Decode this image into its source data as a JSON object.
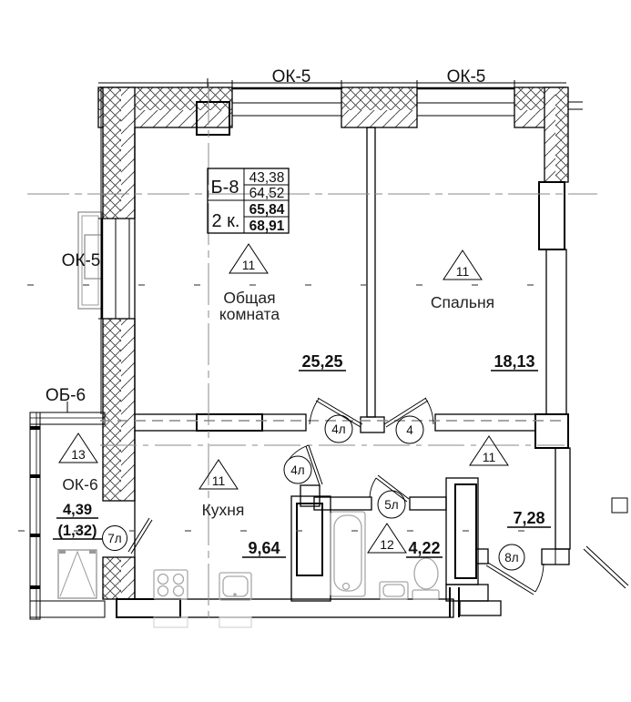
{
  "plan": {
    "window_labels": {
      "top_left": "ОК-5",
      "top_right": "ОК-5",
      "left": "ОК-5",
      "balcony_glazing": "ОБ-6",
      "balcony_window": "ОК-6"
    },
    "info_table": {
      "apartment_code": "Б-8",
      "rooms_count": "2 к.",
      "values": [
        "43,38",
        "64,52",
        "65,84",
        "68,91"
      ]
    },
    "rooms": {
      "living": {
        "number": "11",
        "name_line1": "Общая",
        "name_line2": "комната",
        "area": "25,25"
      },
      "bedroom": {
        "number": "11",
        "name": "Спальня",
        "area": "18,13"
      },
      "kitchen": {
        "number": "11",
        "name": "Кухня",
        "area": "9,64"
      },
      "hallway": {
        "number": "11",
        "area": "7,28"
      },
      "bathroom": {
        "number": "12",
        "area": "4,22"
      },
      "balcony": {
        "number": "13",
        "area": "4,39",
        "area_reduced": "(1,32)"
      }
    },
    "door_labels": {
      "living": "4л",
      "bedroom": "4",
      "kitchen": "4л",
      "bathroom": "5л",
      "balcony": "7л",
      "entrance": "8л"
    }
  }
}
